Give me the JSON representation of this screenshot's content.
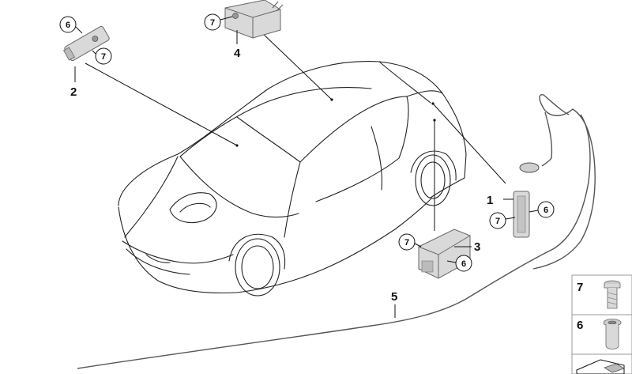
{
  "parts": {
    "p1": "1",
    "p2": "2",
    "p3": "3",
    "p4": "4",
    "p5": "5"
  },
  "callouts": {
    "c6_part2": "6",
    "c7_part2": "7",
    "c7_part4": "7",
    "c7_part1": "7",
    "c6_part1": "6",
    "c7_part3": "7",
    "c6_part3": "6"
  },
  "legend": {
    "row7": "7",
    "row6": "6"
  },
  "colors": {
    "part_fill": "#d9d9d9",
    "part_stroke": "#666666",
    "line": "#111111",
    "legend_border": "#999999"
  }
}
